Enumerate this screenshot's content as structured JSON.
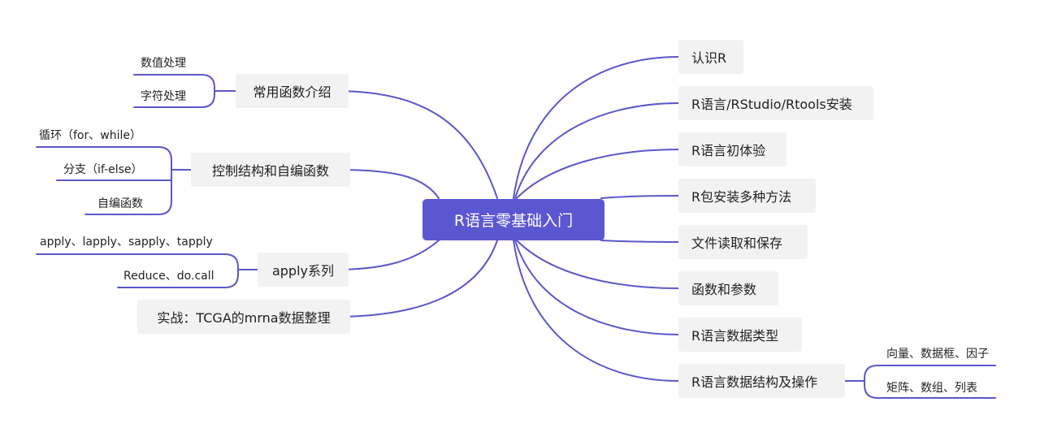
{
  "root": "R语言零基础入门",
  "right_topics": [
    "认识R",
    "R语言/RStudio/Rtools安装",
    "R语言初体验",
    "R包安装多种方法",
    "文件读取和保存",
    "函数和参数",
    "R语言数据类型",
    "R语言数据结构及操作"
  ],
  "right_subtopics": {
    "data_structure": [
      "向量、数据框、因子",
      "矩阵、数组、列表"
    ]
  },
  "left_topics": [
    {
      "label": "常用函数介绍",
      "children": [
        "数值处理",
        "字符处理"
      ]
    },
    {
      "label": "控制结构和自编函数",
      "children": [
        "循环（for、while）",
        "分支（if-else）",
        "自编函数"
      ]
    },
    {
      "label": "apply系列",
      "children": [
        "apply、lapply、sapply、tapply",
        "Reduce、do.call"
      ]
    },
    {
      "label": "实战：TCGA的mrna数据整理",
      "children": []
    }
  ],
  "colors": {
    "accent": "#5b57d1",
    "line": "#5b57c8",
    "topic_bg": "#f2f2f2"
  }
}
